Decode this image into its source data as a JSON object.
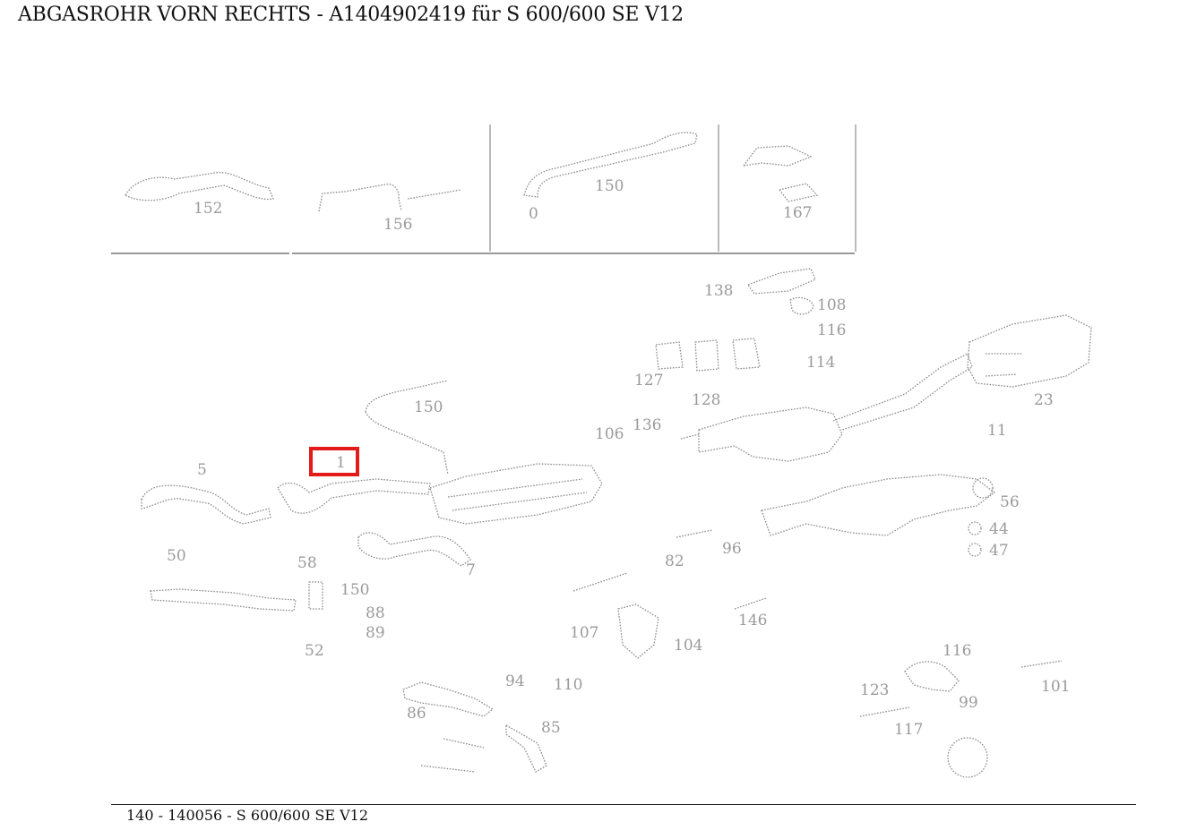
{
  "page": {
    "title": "ABGASROHR VORN RECHTS - A1404902419 für S 600/600 SE V12",
    "footer": "140 - 140056 - S 600/600 SE V12"
  },
  "colors": {
    "highlight": "#e41a1a",
    "drawing": "#8c8c8c"
  },
  "diagram": {
    "highlighted_callout": "1",
    "inset_callouts": [
      "152",
      "156",
      "150",
      "0",
      "167"
    ],
    "callouts": [
      "5",
      "50",
      "1",
      "150",
      "7",
      "138",
      "108",
      "116",
      "114",
      "127",
      "128",
      "23",
      "106",
      "136",
      "11",
      "56",
      "44",
      "47",
      "82",
      "96",
      "58",
      "150",
      "88",
      "89",
      "52",
      "107",
      "110",
      "104",
      "146",
      "94",
      "117",
      "116",
      "101",
      "99",
      "86",
      "85",
      "123"
    ]
  }
}
